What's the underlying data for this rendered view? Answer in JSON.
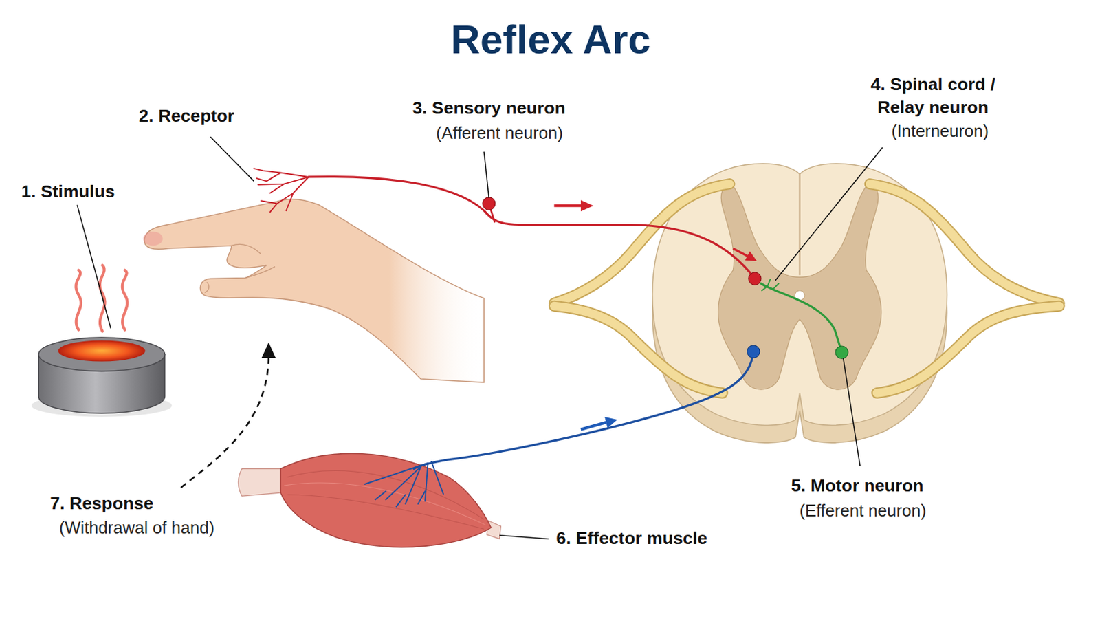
{
  "diagram": {
    "title": "Reflex Arc",
    "labels": [
      "1. Stimulus",
      "2. Receptor",
      "3. Sensory neuron",
      "(Afferent neuron)",
      "4. Spinal cord / Relay neuron",
      "(Interneuron)",
      "5. Motor neuron",
      "(Efferent neuron)",
      "6. Effector muscle",
      "7. Response",
      "(Withdrawal of hand)"
    ]
  }
}
